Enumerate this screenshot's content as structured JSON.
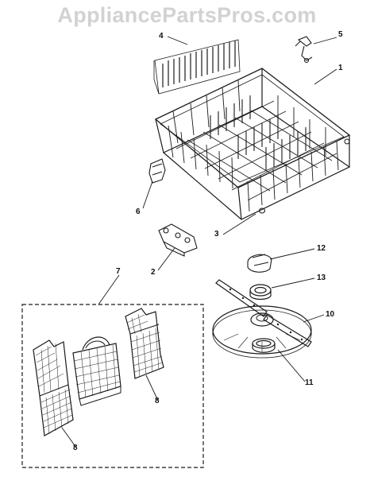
{
  "watermark": "AppliancePartsPros.com",
  "callouts": {
    "c1": "1",
    "c2": "2",
    "c3": "3",
    "c4": "4",
    "c5": "5",
    "c6": "6",
    "c7": "7",
    "c8a": "8",
    "c8b": "8",
    "c10": "10",
    "c11": "11",
    "c12": "12",
    "c13": "13"
  },
  "parts": [
    {
      "ref": "1",
      "part": "lower-rack"
    },
    {
      "ref": "2",
      "part": "rack-roller"
    },
    {
      "ref": "3",
      "part": "bumper"
    },
    {
      "ref": "4",
      "part": "tine-row"
    },
    {
      "ref": "5",
      "part": "rack-clip"
    },
    {
      "ref": "6",
      "part": "wheel-bracket"
    },
    {
      "ref": "7",
      "part": "basket-assembly"
    },
    {
      "ref": "8",
      "part": "silverware-basket"
    },
    {
      "ref": "10",
      "part": "spray-arm"
    },
    {
      "ref": "11",
      "part": "seal-ring"
    },
    {
      "ref": "12",
      "part": "nozzle-cap"
    },
    {
      "ref": "13",
      "part": "bearing-ring"
    }
  ]
}
